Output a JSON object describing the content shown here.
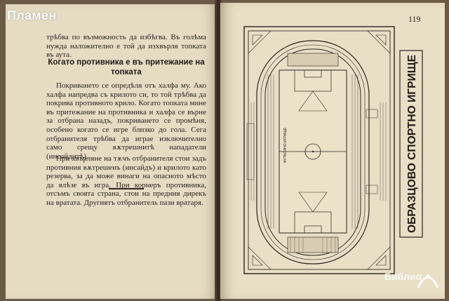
{
  "watermark": {
    "brand": "Пламен",
    "logo_text": "Библио"
  },
  "left_page": {
    "intro": "трѣбва по възможность да избѣгва. Въ голѣма нужда наложително е той да изхвърля топката въ аута.",
    "heading": "Когато противника е въ притежание на топката",
    "paragraph1": "Покриването се опредѣля отъ халфа му. Ако халфа напредва съ крилото си, то той трѣбва да покрива противното крило. Когато топката мине въ притежание на противника и халфа се върне за отбрана назадъ, покриването се промѣня, особено когато се игре близко до гола. Сега отбранителя трѣбва да играе изключително само срещу вѫтрешнитѣ нападатели (инсайдитѣ).",
    "paragraph2": "При хвърляне на тѫчъ отбранителя стои задъ противния вѫтрешенъ (инсайдъ) и крилото като резерва, за да може винаги на опасното мѣсто да влѣзе въ игра. При корнеръ противника, отсъмъ своята страна, стои на предния дирекъ на вратата. Другиятъ отбранитель пази вратаря."
  },
  "right_page": {
    "page_number": "119",
    "diagram_title": "ОБРАЗЦОВО СПОРТНО ИГРИЩЕ",
    "field_label": "ФУТБОЛНО ИГРИЩЕ"
  }
}
